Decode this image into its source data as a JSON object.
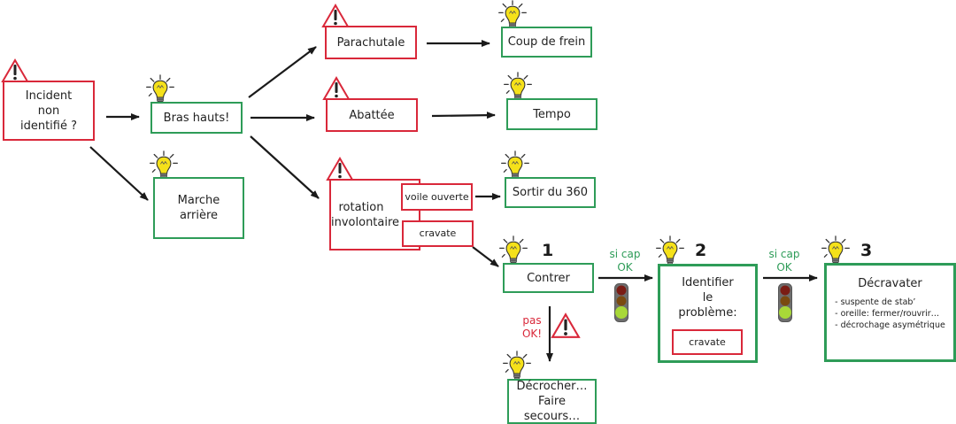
{
  "colors": {
    "danger": "#d9283a",
    "solution": "#2e9c58",
    "arrow": "#1a1a1a",
    "bulb": "#f5e11a"
  },
  "nodes": {
    "incident": {
      "lines": [
        "Incident",
        "non",
        "identifié ?"
      ]
    },
    "bras_hauts": {
      "label": "Bras hauts!"
    },
    "marche_arriere": {
      "lines": [
        "Marche",
        "arrière"
      ]
    },
    "parachutale": {
      "label": "Parachutale"
    },
    "coup_de_frein": {
      "label": "Coup de frein"
    },
    "abattee": {
      "label": "Abattée"
    },
    "tempo": {
      "label": "Tempo"
    },
    "rotation": {
      "lines": [
        "rotation",
        "involontaire"
      ]
    },
    "voile_ouverte": {
      "label": "voile ouverte"
    },
    "cravate_branch": {
      "label": "cravate"
    },
    "sortir_360": {
      "label": "Sortir du 360"
    },
    "contrer": {
      "label": "Contrer",
      "step": "1"
    },
    "identifier": {
      "lines": [
        "Identifier",
        "le",
        "problème:"
      ],
      "inner": "cravate",
      "step": "2"
    },
    "decravater": {
      "title": "Décravater",
      "step": "3",
      "items": [
        "- suspente de stab’",
        "- oreille: fermer/rouvrir…",
        "- décrochage asymétrique"
      ]
    },
    "decrocher": {
      "lines": [
        "Décrocher…",
        "Faire secours…"
      ]
    }
  },
  "edge_labels": {
    "si_cap_ok_1": [
      "si cap",
      "OK"
    ],
    "si_cap_ok_2": [
      "si cap",
      "OK"
    ],
    "pas_ok": [
      "pas",
      "OK!"
    ]
  },
  "icons": {
    "warning": "warning-triangle-icon",
    "idea": "lightbulb-icon",
    "traffic_light": "traffic-light-green-icon"
  }
}
